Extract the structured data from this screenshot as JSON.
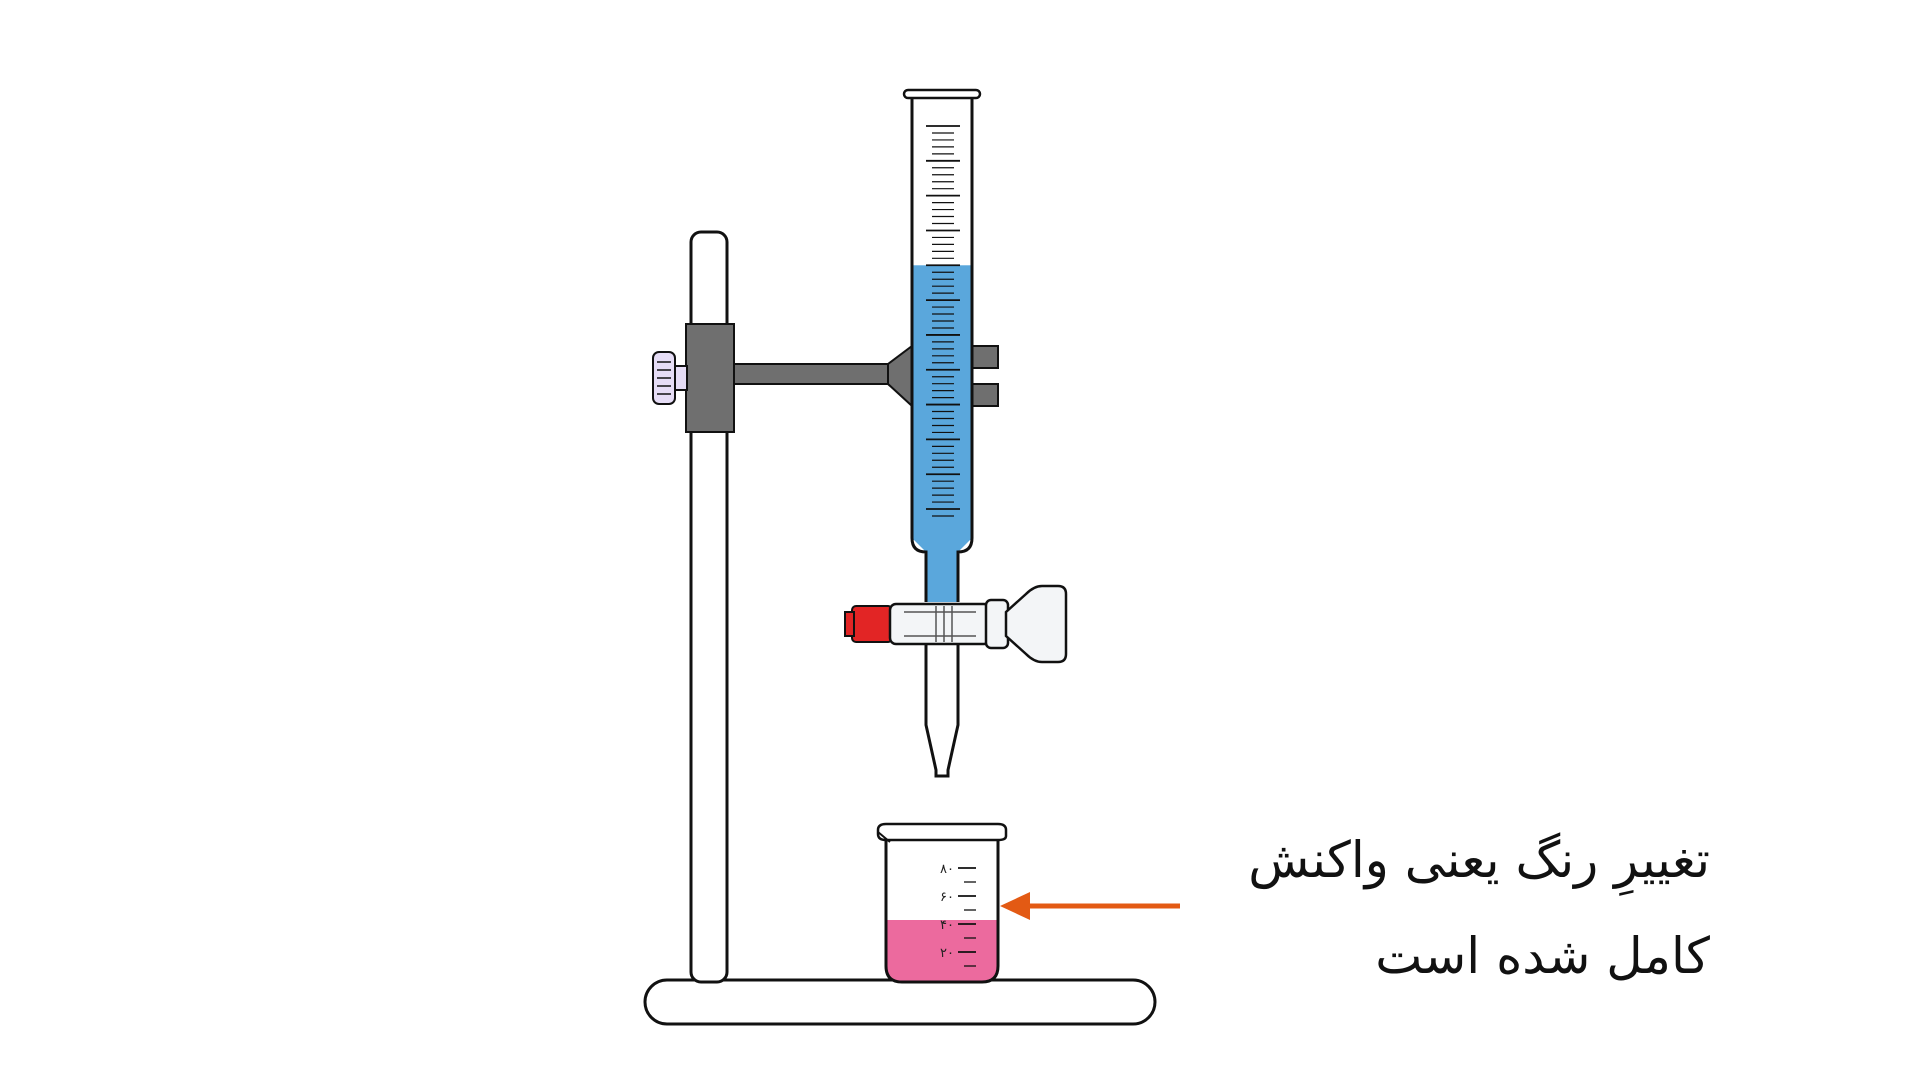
{
  "annotation": {
    "line1": "تغییرِ رنگ یعنی واکنش",
    "line2": "کامل شده است"
  },
  "beaker": {
    "scale_labels": [
      "۸۰",
      "۶۰",
      "۴۰",
      "۲۰"
    ],
    "fill_fraction": 0.4
  },
  "burette": {
    "fill_fraction": 0.64
  },
  "colors": {
    "titrant_blue": "#5AA7DC",
    "solution_pink": "#EC6A9E",
    "arrow_orange": "#E35A14",
    "clamp_gray": "#6F6F6F",
    "knob_lilac": "#E6DDF6",
    "stopcock_red": "#E22525"
  }
}
